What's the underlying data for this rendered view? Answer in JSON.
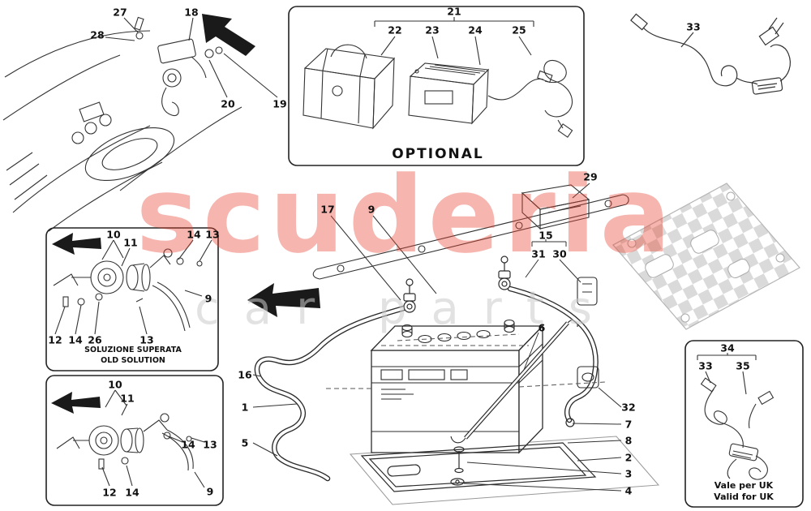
{
  "watermark": {
    "main": "scuderia",
    "sub": "car parts",
    "accent_color": "#e8402c"
  },
  "sections": {
    "optional_label": "OPTIONAL",
    "old_solution": {
      "line1": "SOLUZIONE SUPERATA",
      "line2": "OLD SOLUTION"
    },
    "uk": {
      "line1": "Vale per UK",
      "line2": "Valid for UK"
    }
  },
  "callouts": {
    "c27": "27",
    "c28": "28",
    "c18": "18",
    "c20": "20",
    "c19": "19",
    "c21": "21",
    "c22": "22",
    "c23": "23",
    "c24": "24",
    "c25": "25",
    "c33top": "33",
    "ml10": "10",
    "ml11": "11",
    "ml14a": "14",
    "ml13a": "13",
    "ml9": "9",
    "ml12": "12",
    "ml14b": "14",
    "ml26": "26",
    "ml13b": "13",
    "bl10": "10",
    "bl11": "11",
    "bl14a": "14",
    "bl13": "13",
    "bl12": "12",
    "bl14b": "14",
    "bl9": "9",
    "m17": "17",
    "m9": "9",
    "m29": "29",
    "m15": "15",
    "m31": "31",
    "m30": "30",
    "m16": "16",
    "m1": "1",
    "m5": "5",
    "m6": "6",
    "m32": "32",
    "m7": "7",
    "m8": "8",
    "m2": "2",
    "m3": "3",
    "m4": "4",
    "uk34": "34",
    "uk33": "33",
    "uk35": "35"
  }
}
